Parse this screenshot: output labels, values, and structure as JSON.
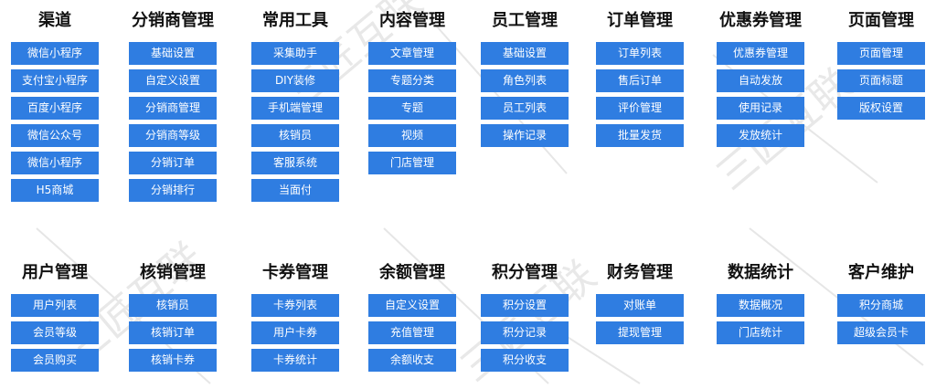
{
  "watermark_text": "三匠互联",
  "accent_color": "#2f7de1",
  "row1": [
    {
      "title": "渠道",
      "items": [
        "微信小程序",
        "支付宝小程序",
        "百度小程序",
        "微信公众号",
        "微信小程序",
        "H5商城"
      ]
    },
    {
      "title": "分销商管理",
      "items": [
        "基础设置",
        "自定义设置",
        "分销商管理",
        "分销商等级",
        "分销订单",
        "分销排行"
      ]
    },
    {
      "title": "常用工具",
      "items": [
        "采集助手",
        "DIY装修",
        "手机端管理",
        "核销员",
        "客服系统",
        "当面付"
      ]
    },
    {
      "title": "内容管理",
      "items": [
        "文章管理",
        "专题分类",
        "专题",
        "视频",
        "门店管理"
      ]
    },
    {
      "title": "员工管理",
      "items": [
        "基础设置",
        "角色列表",
        "员工列表",
        "操作记录"
      ]
    },
    {
      "title": "订单管理",
      "items": [
        "订单列表",
        "售后订单",
        "评价管理",
        "批量发货"
      ]
    },
    {
      "title": "优惠券管理",
      "items": [
        "优惠券管理",
        "自动发放",
        "使用记录",
        "发放统计"
      ]
    },
    {
      "title": "页面管理",
      "items": [
        "页面管理",
        "页面标题",
        "版权设置"
      ]
    }
  ],
  "row2": [
    {
      "title": "用户管理",
      "items": [
        "用户列表",
        "会员等级",
        "会员购买"
      ]
    },
    {
      "title": "核销管理",
      "items": [
        "核销员",
        "核销订单",
        "核销卡券"
      ]
    },
    {
      "title": "卡券管理",
      "items": [
        "卡券列表",
        "用户卡券",
        "卡券统计"
      ]
    },
    {
      "title": "余额管理",
      "items": [
        "自定义设置",
        "充值管理",
        "余额收支"
      ]
    },
    {
      "title": "积分管理",
      "items": [
        "积分设置",
        "积分记录",
        "积分收支"
      ]
    },
    {
      "title": "财务管理",
      "items": [
        "对账单",
        "提现管理"
      ]
    },
    {
      "title": "数据统计",
      "items": [
        "数据概况",
        "门店统计"
      ]
    },
    {
      "title": "客户维护",
      "items": [
        "积分商城",
        "超级会员卡"
      ]
    }
  ]
}
